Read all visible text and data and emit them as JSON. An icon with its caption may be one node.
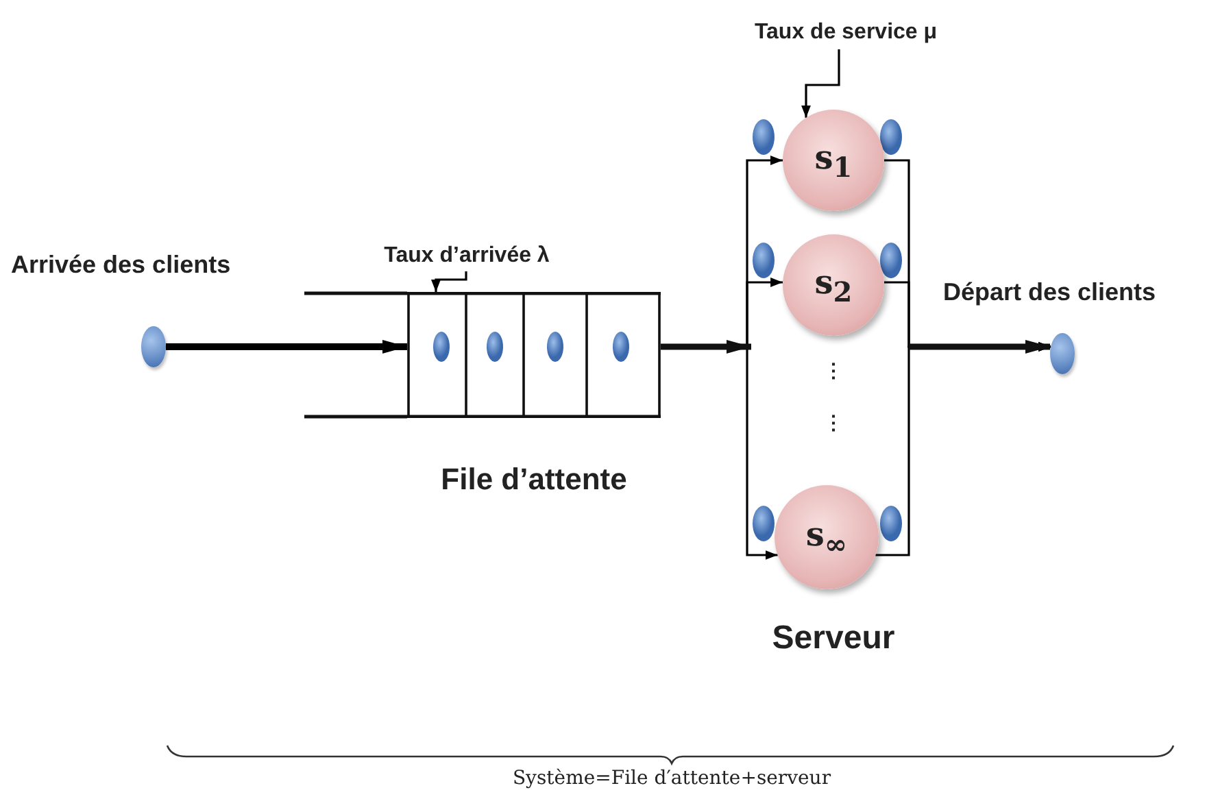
{
  "diagram": {
    "caption": "Système=File d′attente+serveur",
    "nodes": [
      {
        "text": [],
        "shape": "ellipse"
      },
      {
        "text": [
          "File d’attente"
        ]
      },
      {
        "text": [
          "Taux d’arrivée λ"
        ]
      },
      {
        "text": [
          "s$_{1}$"
        ]
      },
      {
        "text": [
          "s$_{2}$"
        ]
      },
      {
        "text": [
          "s$_{∞}$"
        ]
      },
      {
        "text": [
          "Taux de service μ"
        ]
      },
      {
        "text": [],
        "shape": "ellipse"
      }
    ],
    "edges": [
      {
        "from": 0,
        "to": 1,
        "arrow": "to",
        "style": "thick"
      },
      {
        "from": 2,
        "to": 1,
        "arrow": "to"
      },
      {
        "from": 1,
        "to": 3,
        "arrow": "to"
      },
      {
        "from": 1,
        "to": 4,
        "arrow": "to"
      },
      {
        "from": 1,
        "to": 5,
        "arrow": "to"
      },
      {
        "from": 6,
        "to": 3,
        "arrow": "to"
      },
      {
        "from": 3,
        "to": 7,
        "arrow": "to"
      },
      {
        "from": 4,
        "to": 7,
        "arrow": "to"
      },
      {
        "from": 5,
        "to": 7,
        "arrow": "to"
      }
    ],
    "labels": [
      "Arrivée des clients",
      "Départ des clients",
      "⋮",
      "⋮",
      "Serveur"
    ]
  }
}
